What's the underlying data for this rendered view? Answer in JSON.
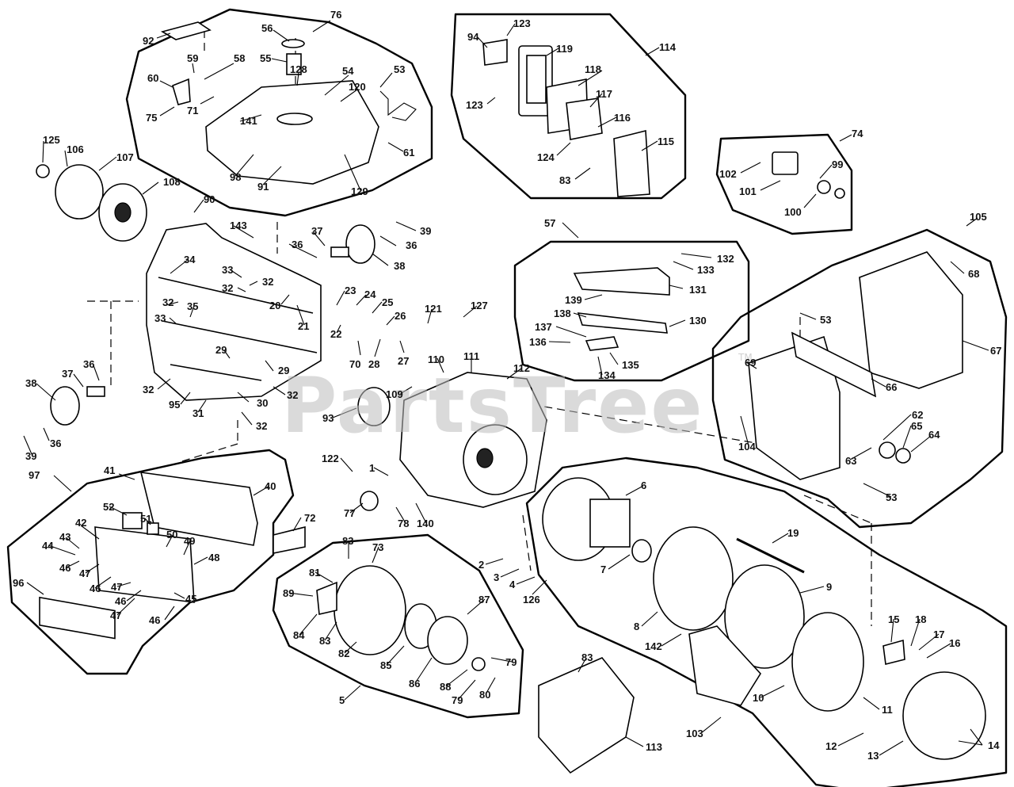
{
  "watermark": {
    "text": "PartsTree",
    "trademark": "TM"
  },
  "callouts": [
    {
      "id": "c-92",
      "label": "92"
    },
    {
      "id": "c-76",
      "label": "76"
    },
    {
      "id": "c-56",
      "label": "56"
    },
    {
      "id": "c-55",
      "label": "55"
    },
    {
      "id": "c-59",
      "label": "59"
    },
    {
      "id": "c-58",
      "label": "58"
    },
    {
      "id": "c-60",
      "label": "60"
    },
    {
      "id": "c-128",
      "label": "128"
    },
    {
      "id": "c-54",
      "label": "54"
    },
    {
      "id": "c-53a",
      "label": "53"
    },
    {
      "id": "c-120",
      "label": "120"
    },
    {
      "id": "c-71",
      "label": "71"
    },
    {
      "id": "c-75",
      "label": "75"
    },
    {
      "id": "c-141",
      "label": "141"
    },
    {
      "id": "c-61",
      "label": "61"
    },
    {
      "id": "c-98",
      "label": "98"
    },
    {
      "id": "c-91",
      "label": "91"
    },
    {
      "id": "c-129",
      "label": "129"
    },
    {
      "id": "c-123a",
      "label": "123"
    },
    {
      "id": "c-94",
      "label": "94"
    },
    {
      "id": "c-119",
      "label": "119"
    },
    {
      "id": "c-114",
      "label": "114"
    },
    {
      "id": "c-118",
      "label": "118"
    },
    {
      "id": "c-123b",
      "label": "123"
    },
    {
      "id": "c-117",
      "label": "117"
    },
    {
      "id": "c-116",
      "label": "116"
    },
    {
      "id": "c-124",
      "label": "124"
    },
    {
      "id": "c-115",
      "label": "115"
    },
    {
      "id": "c-83a",
      "label": "83"
    },
    {
      "id": "c-74",
      "label": "74"
    },
    {
      "id": "c-102",
      "label": "102"
    },
    {
      "id": "c-99",
      "label": "99"
    },
    {
      "id": "c-101",
      "label": "101"
    },
    {
      "id": "c-100",
      "label": "100"
    },
    {
      "id": "c-125",
      "label": "125"
    },
    {
      "id": "c-106",
      "label": "106"
    },
    {
      "id": "c-107",
      "label": "107"
    },
    {
      "id": "c-108",
      "label": "108"
    },
    {
      "id": "c-90",
      "label": "90"
    },
    {
      "id": "c-143",
      "label": "143"
    },
    {
      "id": "c-37a",
      "label": "37"
    },
    {
      "id": "c-39a",
      "label": "39"
    },
    {
      "id": "c-36a",
      "label": "36"
    },
    {
      "id": "c-36b",
      "label": "36"
    },
    {
      "id": "c-38a",
      "label": "38"
    },
    {
      "id": "c-34",
      "label": "34"
    },
    {
      "id": "c-33a",
      "label": "33"
    },
    {
      "id": "c-32a",
      "label": "32"
    },
    {
      "id": "c-32b",
      "label": "32"
    },
    {
      "id": "c-32c",
      "label": "32"
    },
    {
      "id": "c-35",
      "label": "35"
    },
    {
      "id": "c-20",
      "label": "20"
    },
    {
      "id": "c-21",
      "label": "21"
    },
    {
      "id": "c-33b",
      "label": "33"
    },
    {
      "id": "c-29a",
      "label": "29"
    },
    {
      "id": "c-29b",
      "label": "29"
    },
    {
      "id": "c-32d",
      "label": "32"
    },
    {
      "id": "c-32e",
      "label": "32"
    },
    {
      "id": "c-95",
      "label": "95"
    },
    {
      "id": "c-30",
      "label": "30"
    },
    {
      "id": "c-31",
      "label": "31"
    },
    {
      "id": "c-32f",
      "label": "32"
    },
    {
      "id": "c-37b",
      "label": "37"
    },
    {
      "id": "c-36c",
      "label": "36"
    },
    {
      "id": "c-38b",
      "label": "38"
    },
    {
      "id": "c-36d",
      "label": "36"
    },
    {
      "id": "c-39b",
      "label": "39"
    },
    {
      "id": "c-23",
      "label": "23"
    },
    {
      "id": "c-24",
      "label": "24"
    },
    {
      "id": "c-25",
      "label": "25"
    },
    {
      "id": "c-26",
      "label": "26"
    },
    {
      "id": "c-121",
      "label": "121"
    },
    {
      "id": "c-127",
      "label": "127"
    },
    {
      "id": "c-22",
      "label": "22"
    },
    {
      "id": "c-70",
      "label": "70"
    },
    {
      "id": "c-28",
      "label": "28"
    },
    {
      "id": "c-27",
      "label": "27"
    },
    {
      "id": "c-110",
      "label": "110"
    },
    {
      "id": "c-111",
      "label": "111"
    },
    {
      "id": "c-112",
      "label": "112"
    },
    {
      "id": "c-109",
      "label": "109"
    },
    {
      "id": "c-93",
      "label": "93"
    },
    {
      "id": "c-57",
      "label": "57"
    },
    {
      "id": "c-132",
      "label": "132"
    },
    {
      "id": "c-133",
      "label": "133"
    },
    {
      "id": "c-131",
      "label": "131"
    },
    {
      "id": "c-139",
      "label": "139"
    },
    {
      "id": "c-138",
      "label": "138"
    },
    {
      "id": "c-130",
      "label": "130"
    },
    {
      "id": "c-137",
      "label": "137"
    },
    {
      "id": "c-136",
      "label": "136"
    },
    {
      "id": "c-135",
      "label": "135"
    },
    {
      "id": "c-134",
      "label": "134"
    },
    {
      "id": "c-105",
      "label": "105"
    },
    {
      "id": "c-68",
      "label": "68"
    },
    {
      "id": "c-53b",
      "label": "53"
    },
    {
      "id": "c-67",
      "label": "67"
    },
    {
      "id": "c-69",
      "label": "69"
    },
    {
      "id": "c-66",
      "label": "66"
    },
    {
      "id": "c-104",
      "label": "104"
    },
    {
      "id": "c-62",
      "label": "62"
    },
    {
      "id": "c-65",
      "label": "65"
    },
    {
      "id": "c-64",
      "label": "64"
    },
    {
      "id": "c-63",
      "label": "63"
    },
    {
      "id": "c-53c",
      "label": "53"
    },
    {
      "id": "c-97",
      "label": "97"
    },
    {
      "id": "c-41",
      "label": "41"
    },
    {
      "id": "c-40",
      "label": "40"
    },
    {
      "id": "c-52",
      "label": "52"
    },
    {
      "id": "c-51",
      "label": "51"
    },
    {
      "id": "c-42",
      "label": "42"
    },
    {
      "id": "c-50",
      "label": "50"
    },
    {
      "id": "c-49",
      "label": "49"
    },
    {
      "id": "c-43",
      "label": "43"
    },
    {
      "id": "c-44",
      "label": "44"
    },
    {
      "id": "c-48",
      "label": "48"
    },
    {
      "id": "c-46a",
      "label": "46"
    },
    {
      "id": "c-47a",
      "label": "47"
    },
    {
      "id": "c-46b",
      "label": "46"
    },
    {
      "id": "c-47b",
      "label": "47"
    },
    {
      "id": "c-45",
      "label": "45"
    },
    {
      "id": "c-96",
      "label": "96"
    },
    {
      "id": "c-46c",
      "label": "46"
    },
    {
      "id": "c-47c",
      "label": "47"
    },
    {
      "id": "c-46d",
      "label": "46"
    },
    {
      "id": "c-72",
      "label": "72"
    },
    {
      "id": "c-122",
      "label": "122"
    },
    {
      "id": "c-1",
      "label": "1"
    },
    {
      "id": "c-77",
      "label": "77"
    },
    {
      "id": "c-78",
      "label": "78"
    },
    {
      "id": "c-140",
      "label": "140"
    },
    {
      "id": "c-83b",
      "label": "83"
    },
    {
      "id": "c-73",
      "label": "73"
    },
    {
      "id": "c-81",
      "label": "81"
    },
    {
      "id": "c-89",
      "label": "89"
    },
    {
      "id": "c-84",
      "label": "84"
    },
    {
      "id": "c-83c",
      "label": "83"
    },
    {
      "id": "c-82",
      "label": "82"
    },
    {
      "id": "c-85",
      "label": "85"
    },
    {
      "id": "c-87",
      "label": "87"
    },
    {
      "id": "c-79a",
      "label": "79"
    },
    {
      "id": "c-86",
      "label": "86"
    },
    {
      "id": "c-88",
      "label": "88"
    },
    {
      "id": "c-79b",
      "label": "79"
    },
    {
      "id": "c-80",
      "label": "80"
    },
    {
      "id": "c-5",
      "label": "5"
    },
    {
      "id": "c-2",
      "label": "2"
    },
    {
      "id": "c-3",
      "label": "3"
    },
    {
      "id": "c-4",
      "label": "4"
    },
    {
      "id": "c-126",
      "label": "126"
    },
    {
      "id": "c-6",
      "label": "6"
    },
    {
      "id": "c-19",
      "label": "19"
    },
    {
      "id": "c-7",
      "label": "7"
    },
    {
      "id": "c-9",
      "label": "9"
    },
    {
      "id": "c-8",
      "label": "8"
    },
    {
      "id": "c-142",
      "label": "142"
    },
    {
      "id": "c-15",
      "label": "15"
    },
    {
      "id": "c-18",
      "label": "18"
    },
    {
      "id": "c-17",
      "label": "17"
    },
    {
      "id": "c-16",
      "label": "16"
    },
    {
      "id": "c-10",
      "label": "10"
    },
    {
      "id": "c-11",
      "label": "11"
    },
    {
      "id": "c-12",
      "label": "12"
    },
    {
      "id": "c-13",
      "label": "13"
    },
    {
      "id": "c-14",
      "label": "14"
    },
    {
      "id": "c-103",
      "label": "103"
    },
    {
      "id": "c-83d",
      "label": "83"
    },
    {
      "id": "c-113",
      "label": "113"
    }
  ]
}
